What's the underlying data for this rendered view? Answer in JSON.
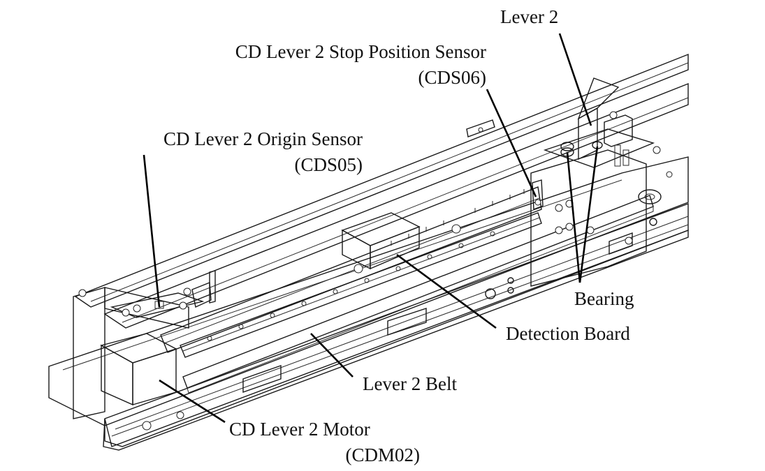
{
  "labels": {
    "lever2": "Lever 2",
    "stop_sensor_name": "CD Lever 2 Stop Position Sensor",
    "stop_sensor_code": "(CDS06)",
    "origin_sensor_name": "CD Lever 2 Origin Sensor",
    "origin_sensor_code": "(CDS05)",
    "bearing": "Bearing",
    "detection_board": "Detection Board",
    "lever2_belt": "Lever 2 Belt",
    "motor_name": "CD Lever 2 Motor",
    "motor_code": "(CDM02)"
  },
  "colors": {
    "detection_board": "#f8d9a8",
    "belt": "#f3c9d8",
    "lever": "#c9ddef",
    "sensor_green": "#b9dcae",
    "motor": "#f5dde5",
    "bearing_blue": "#8ab3dd",
    "sensor_yellow": "#f1cf82"
  }
}
